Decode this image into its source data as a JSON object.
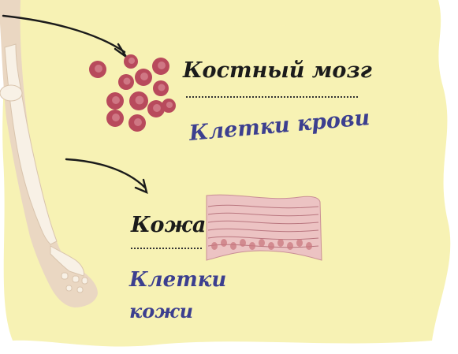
{
  "labels": {
    "bone_marrow": "Костный мозг",
    "blood_cells": "Клетки крови",
    "skin": "Кожа",
    "skin_cells_line1": "Клетки",
    "skin_cells_line2": "кожи"
  },
  "colors": {
    "background_wash": "#f7f2b4",
    "leg": "#ead7c2",
    "bone": "#f8f1e6",
    "blood_cell": "#b84a5c",
    "blood_cell_center": "#d98a96",
    "skin_tissue": "#ecc3c3",
    "cell_label": "#3c3f8f",
    "term_label": "#1b1b1b",
    "arrow": "#1b1b1b"
  },
  "icons": [
    "leg-illustration",
    "blood-cells-illustration",
    "skin-tissue-illustration",
    "arrow-to-bone-marrow",
    "arrow-to-skin"
  ]
}
